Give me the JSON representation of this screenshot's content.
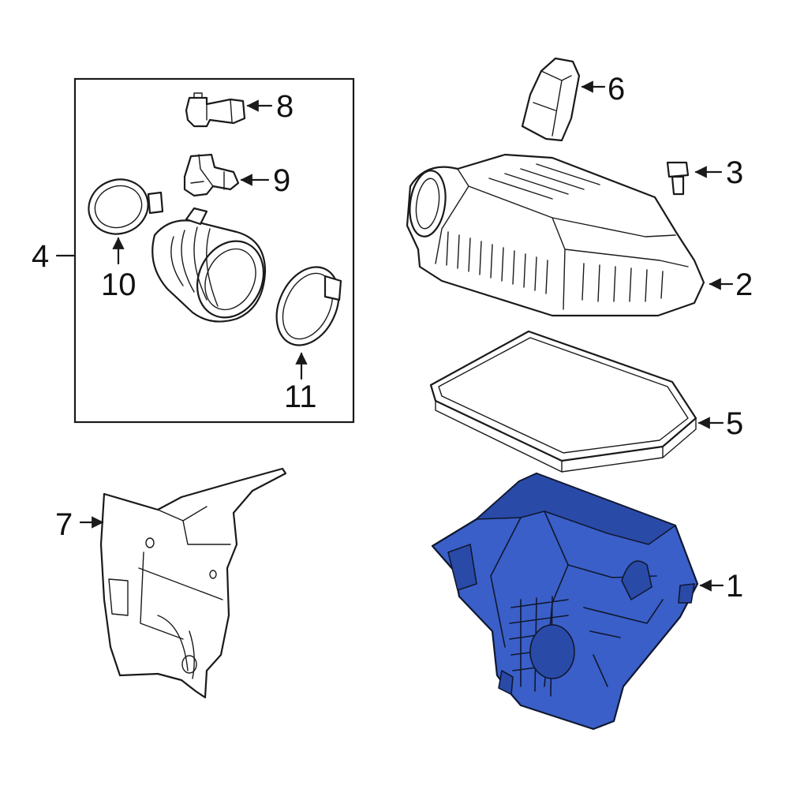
{
  "diagram": {
    "highlight_color": "#3a5fc8",
    "line_color": "#1a1a1a",
    "callouts": {
      "c1": "1",
      "c2": "2",
      "c3": "3",
      "c4": "4",
      "c5": "5",
      "c6": "6",
      "c7": "7",
      "c8": "8",
      "c9": "9",
      "c10": "10",
      "c11": "11"
    }
  }
}
